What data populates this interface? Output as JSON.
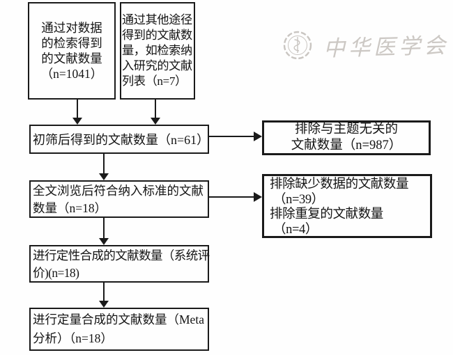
{
  "figure": {
    "kind": "literature-screening-flowchart",
    "background": "#fefefe",
    "ink_color": "#1a1a1a"
  },
  "watermark": {
    "text": "中华医学会",
    "color": "#ccc8c4",
    "emblem": "chinese-medical-association-seal"
  },
  "boxes": {
    "database": {
      "lines": [
        "通过对数据",
        "的检索得到",
        "的文献数量",
        "（n=1041）"
      ]
    },
    "other_sources": {
      "lines": [
        "通过其他途径",
        "得到的文献数",
        "量，如检索纳",
        "入研究的文献",
        "列表（n=7）"
      ]
    },
    "screened": {
      "lines": [
        "初筛后得到的文献数量（n=61）"
      ]
    },
    "fulltext": {
      "lines": [
        "全文浏览后符合纳入标准的文献",
        "数量（n=18）"
      ]
    },
    "qualitative": {
      "lines": [
        "进行定性合成的文献数量（系统评",
        "价)(n=18)"
      ]
    },
    "quantitative": {
      "lines": [
        "进行定量合成的文献数量（Meta",
        "分析）（n=18）"
      ]
    },
    "excluded_off_topic": {
      "lines": [
        "排除与主题无关的",
        "文献数量（n=987）"
      ]
    },
    "excluded_missing_duplicate": {
      "lines": [
        "排除缺少数据的文献数量",
        "（n=39）",
        "排除重复的文献数量",
        "（n=4）"
      ]
    }
  }
}
